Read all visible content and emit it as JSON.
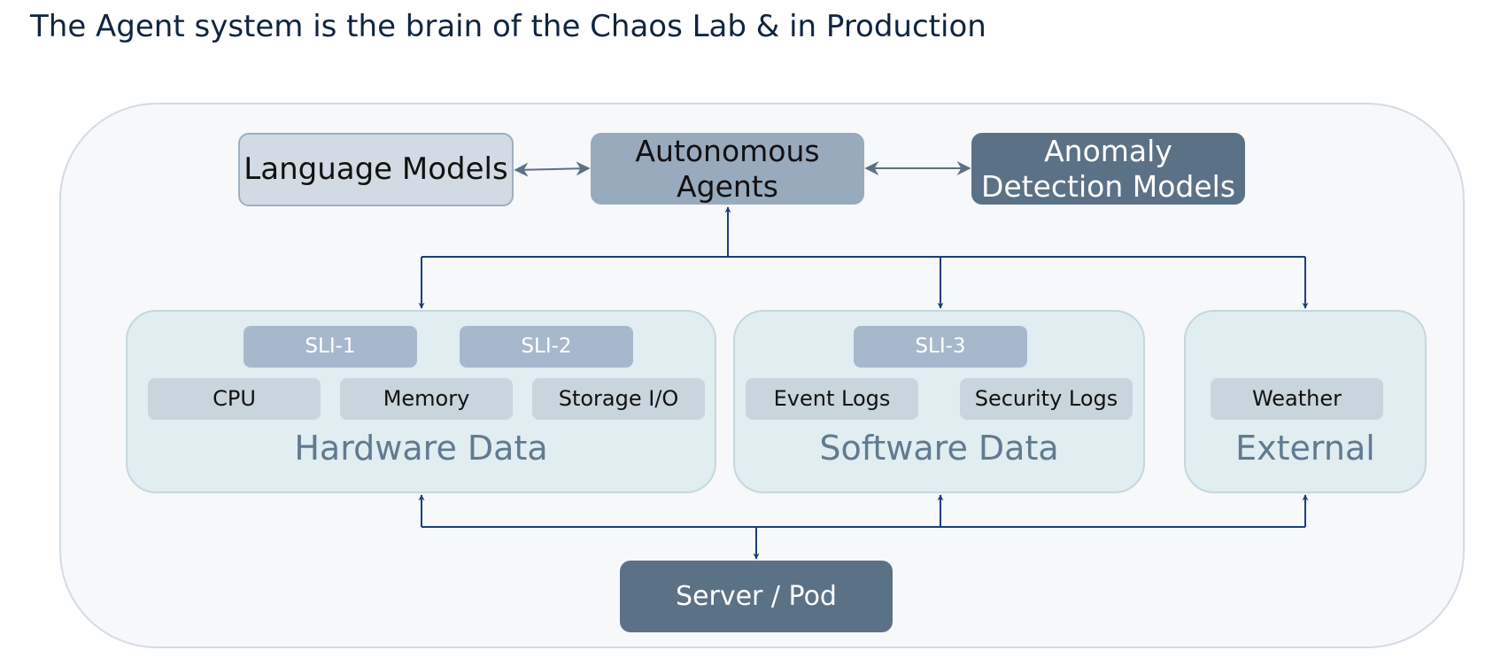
{
  "title": "The Agent system is the brain of the Chaos Lab & in Production",
  "top_row": {
    "language_models": "Language Models",
    "autonomous_agents": [
      "Autonomous",
      "Agents"
    ],
    "anomaly_detection": [
      "Anomaly",
      "Detection Models"
    ]
  },
  "hardware": {
    "label": "Hardware Data",
    "slis": [
      "SLI-1",
      "SLI-2"
    ],
    "metrics": [
      "CPU",
      "Memory",
      "Storage I/O"
    ]
  },
  "software": {
    "label": "Software Data",
    "slis": [
      "SLI-3"
    ],
    "metrics": [
      "Event Logs",
      "Security Logs"
    ]
  },
  "external": {
    "label": "External",
    "metrics": [
      "Weather"
    ]
  },
  "server": "Server / Pod",
  "colors": {
    "arrow_dark": "#1b3f7a",
    "arrow_gray": "#5b7186",
    "dark_box": "#5b7186",
    "mid_box": "#98abbc",
    "light_box": "#d2dbe3",
    "sli": "#a6b8cc",
    "panel": "#e0edf1"
  }
}
